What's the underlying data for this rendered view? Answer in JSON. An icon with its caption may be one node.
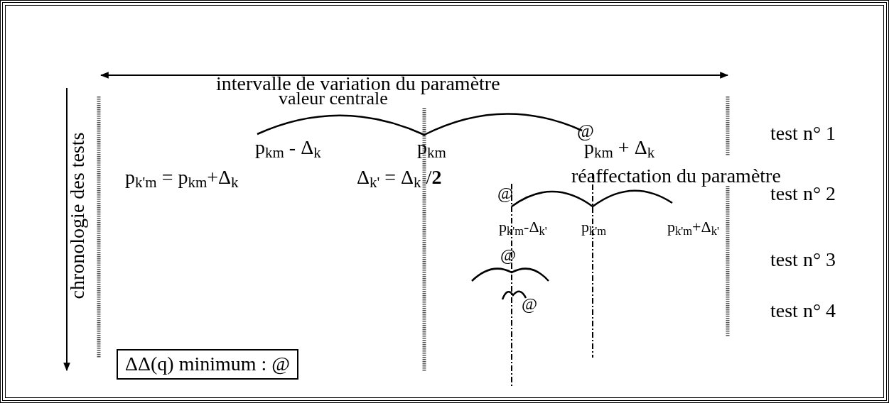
{
  "diagram": {
    "nodes": [
      {
        "text": [
          "ΔΔ(q)  minimum : @"
        ]
      }
    ],
    "labels": [
      "intervalle de variation du paramètre",
      "chronologie des tests",
      "valeur centrale",
      "@",
      "test n° 1",
      "p$_{km}$  -  Δ$_{k}$",
      "p$_{km}$",
      "p$_{km}$  + Δ$_{k}$",
      "p$_{k'm}$ = p$_{km}$+Δ$_{k}$",
      "Δ$_{k'}$  = Δ$_{k}$ /**2**",
      "réaffectation du paramètre",
      "@",
      "test n° 2",
      "p$_{k'm}$-Δ$_{k'}$",
      "p$_{k'm}$",
      "p$_{k'm}$+Δ$_{k'}$",
      "@",
      "test n° 3",
      "@",
      "test n° 4"
    ]
  }
}
